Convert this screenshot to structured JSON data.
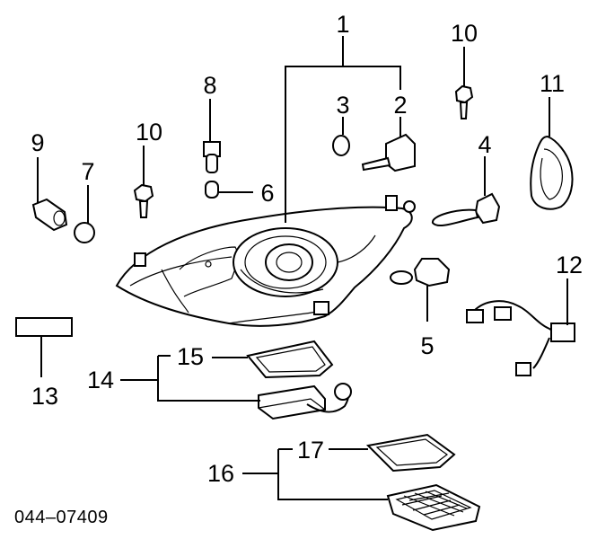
{
  "diagram": {
    "catalog_code": "044–07409",
    "callouts": [
      {
        "id": "c1",
        "text": "1"
      },
      {
        "id": "c2",
        "text": "2"
      },
      {
        "id": "c3",
        "text": "3"
      },
      {
        "id": "c4",
        "text": "4"
      },
      {
        "id": "c5",
        "text": "5"
      },
      {
        "id": "c6",
        "text": "6"
      },
      {
        "id": "c7",
        "text": "7"
      },
      {
        "id": "c8",
        "text": "8"
      },
      {
        "id": "c9",
        "text": "9"
      },
      {
        "id": "c10a",
        "text": "10"
      },
      {
        "id": "c10b",
        "text": "10"
      },
      {
        "id": "c11",
        "text": "11"
      },
      {
        "id": "c12",
        "text": "12"
      },
      {
        "id": "c13",
        "text": "13"
      },
      {
        "id": "c14",
        "text": "14"
      },
      {
        "id": "c15",
        "text": "15"
      },
      {
        "id": "c16",
        "text": "16"
      },
      {
        "id": "c17",
        "text": "17"
      }
    ]
  }
}
